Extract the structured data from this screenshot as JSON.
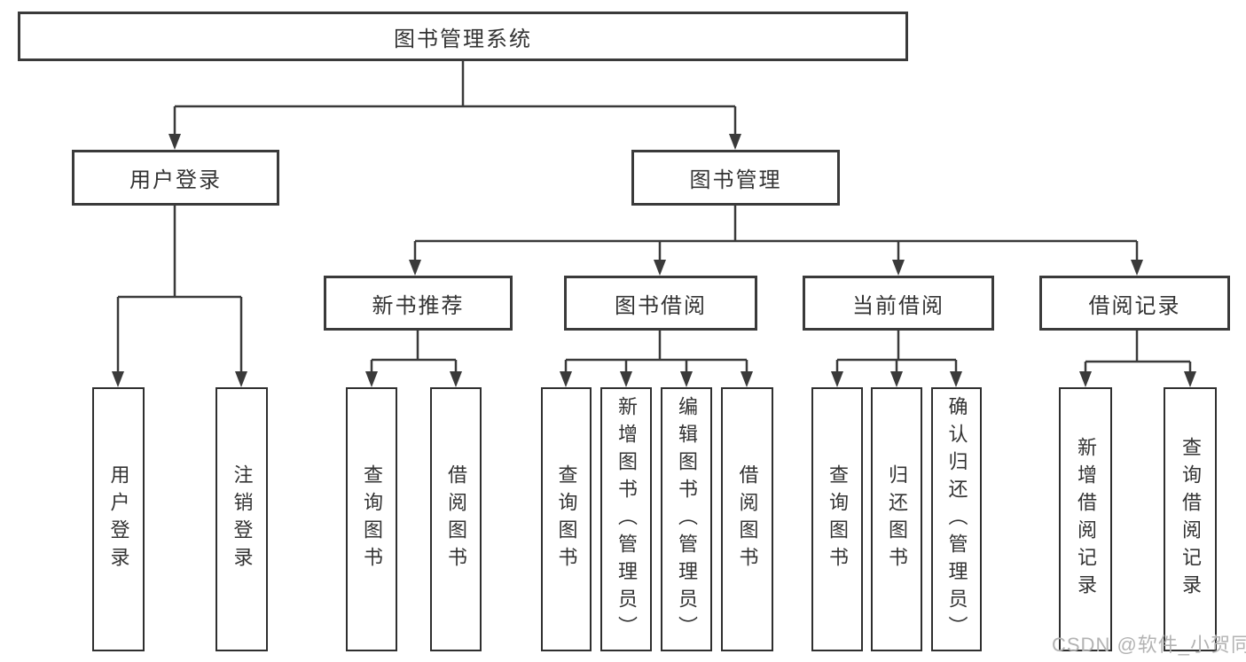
{
  "diagram": {
    "title_node": {
      "label": "图书管理系统"
    },
    "level1": [
      {
        "label": "用户登录"
      },
      {
        "label": "图书管理"
      }
    ],
    "level2": [
      {
        "label": "新书推荐"
      },
      {
        "label": "图书借阅"
      },
      {
        "label": "当前借阅"
      },
      {
        "label": "借阅记录"
      }
    ],
    "leaves": [
      {
        "label": "用户登录"
      },
      {
        "label": "注销登录"
      },
      {
        "label": "查询图书"
      },
      {
        "label": "借阅图书"
      },
      {
        "label": "查询图书"
      },
      {
        "label": "新增图书（管理员）"
      },
      {
        "label": "编辑图书（管理员）"
      },
      {
        "label": "借阅图书"
      },
      {
        "label": "查询图书"
      },
      {
        "label": "归还图书"
      },
      {
        "label": "确认归还（管理员）"
      },
      {
        "label": "新增借阅记录"
      },
      {
        "label": "查询借阅记录"
      }
    ],
    "watermark": "CSDN @软件_小贺同学",
    "colors": {
      "line": "#3a3a3a",
      "box_border": "#3a3a3a",
      "text": "#333333",
      "watermark": "#b3b3b3",
      "background": "#ffffff"
    }
  }
}
